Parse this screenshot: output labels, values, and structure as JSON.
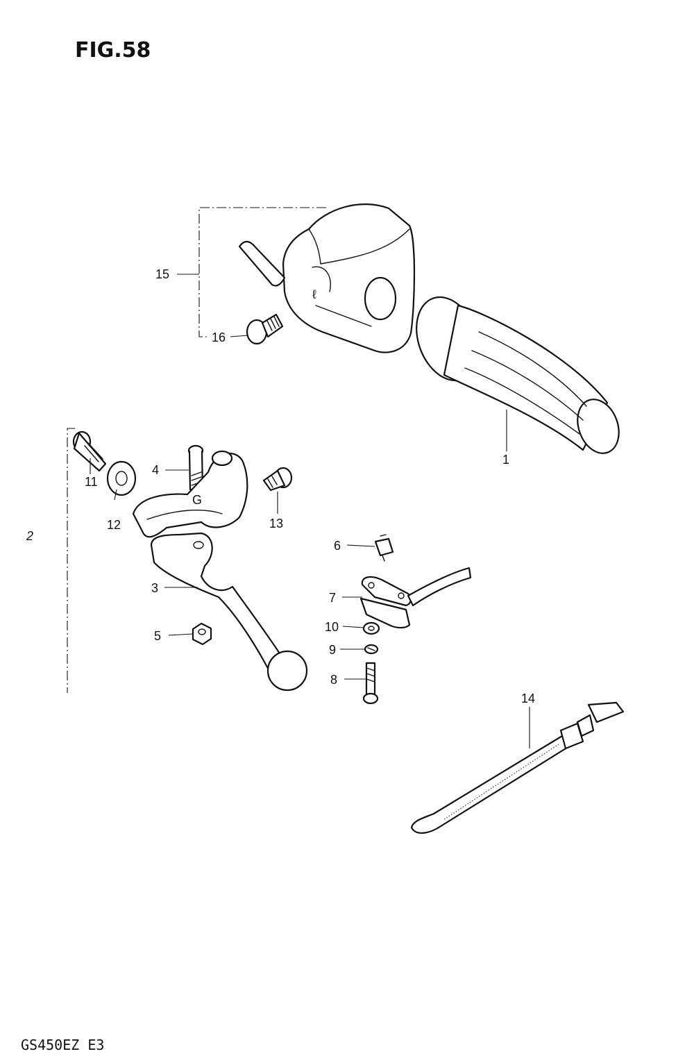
{
  "figure": {
    "title": "FIG.58",
    "model_code": "GS450EZ E3"
  },
  "callouts": [
    {
      "id": "1",
      "label": "1"
    },
    {
      "id": "2",
      "label": "2"
    },
    {
      "id": "3",
      "label": "3"
    },
    {
      "id": "4",
      "label": "4"
    },
    {
      "id": "5",
      "label": "5"
    },
    {
      "id": "6",
      "label": "6"
    },
    {
      "id": "7",
      "label": "7"
    },
    {
      "id": "8",
      "label": "8"
    },
    {
      "id": "9",
      "label": "9"
    },
    {
      "id": "10",
      "label": "10"
    },
    {
      "id": "11",
      "label": "11"
    },
    {
      "id": "12",
      "label": "12"
    },
    {
      "id": "13",
      "label": "13"
    },
    {
      "id": "14",
      "label": "14"
    },
    {
      "id": "15",
      "label": "15"
    },
    {
      "id": "16",
      "label": "16"
    }
  ]
}
